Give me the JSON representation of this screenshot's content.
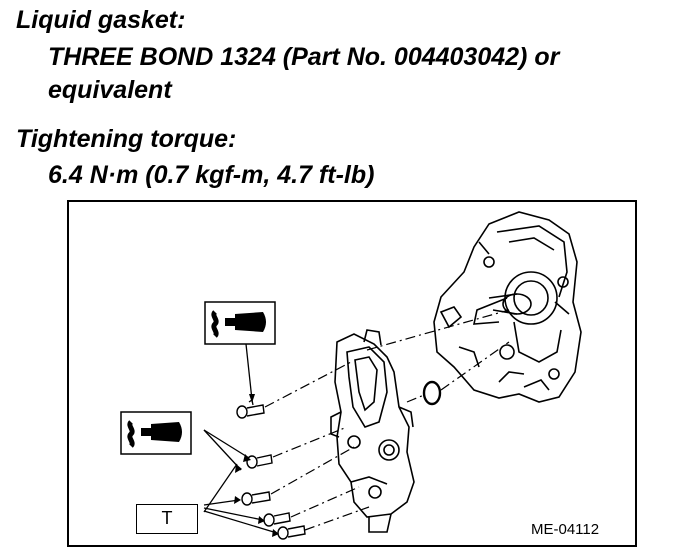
{
  "gasket": {
    "heading": "Liquid gasket:",
    "line1": "THREE BOND 1324 (Part No. 004403042) or",
    "line2": "equivalent"
  },
  "torque": {
    "heading": "Tightening torque:",
    "value": "6.4 N·m (0.7 kgf-m, 4.7 ft-lb)"
  },
  "figure": {
    "torque_symbol": "T",
    "figure_id": "ME-04112",
    "icons": [
      "liquid-gasket-tube-icon",
      "liquid-gasket-tube-icon"
    ]
  }
}
